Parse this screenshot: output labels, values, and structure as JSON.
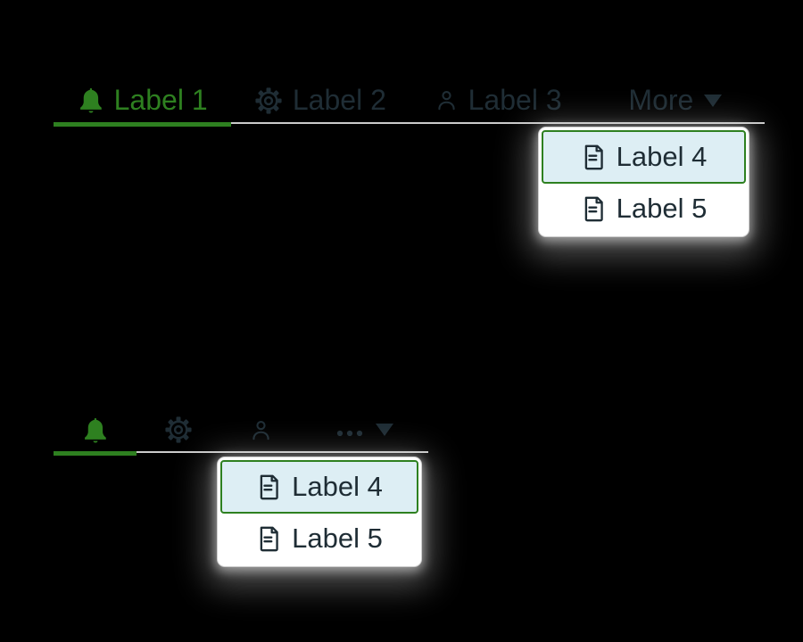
{
  "colors": {
    "page_background": "#000000",
    "accent_green": "#2e8020",
    "inactive_text": "#1f2d35",
    "tab_border_gray": "#cbcbcb",
    "dropdown_background": "#ffffff",
    "selected_item_background": "#ddeef4",
    "selected_item_border": "#2e8020"
  },
  "demo_full": {
    "tabs": [
      {
        "label": "Label 1",
        "icon": "bell-icon",
        "state": "active"
      },
      {
        "label": "Label 2",
        "icon": "gear-icon",
        "state": "inactive"
      },
      {
        "label": "Label 3",
        "icon": "user-icon",
        "state": "inactive"
      },
      {
        "label": "More",
        "icon": "caret-down-icon",
        "type": "dropdown-toggle"
      }
    ],
    "dropdown": {
      "items": [
        {
          "label": "Label 4",
          "icon": "file-icon",
          "selected": true
        },
        {
          "label": "Label 5",
          "icon": "file-icon",
          "selected": false
        }
      ]
    }
  },
  "demo_compact": {
    "tabs": [
      {
        "icon": "bell-icon",
        "state": "active"
      },
      {
        "icon": "gear-icon",
        "state": "inactive"
      },
      {
        "icon": "user-icon",
        "state": "inactive"
      },
      {
        "icon": "ellipsis-icon caret-down-icon",
        "type": "dropdown-toggle"
      }
    ],
    "dropdown": {
      "items": [
        {
          "label": "Label 4",
          "icon": "file-icon",
          "selected": true
        },
        {
          "label": "Label 5",
          "icon": "file-icon",
          "selected": false
        }
      ]
    }
  }
}
